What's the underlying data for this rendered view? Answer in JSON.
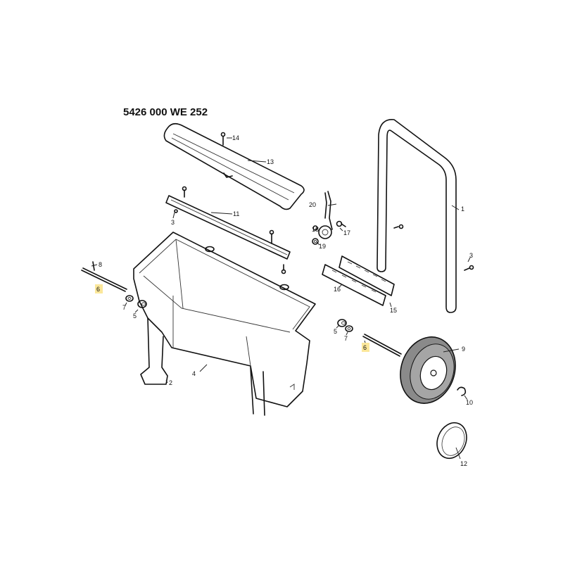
{
  "title": "5426 000  WE 252",
  "colors": {
    "highlight": "#fbe79a",
    "ink": "#111111",
    "tire": "#8a8a8a"
  },
  "labels": {
    "p1": "1",
    "p2": "2",
    "p3a": "3",
    "p3b": "3",
    "p4": "4",
    "p5a": "5",
    "p5b": "5",
    "p6a": "6",
    "p6b": "6",
    "p7a": "7",
    "p7b": "7",
    "p8": "8",
    "p9": "9",
    "p10": "10",
    "p11": "11",
    "p12": "12",
    "p13": "13",
    "p14": "14",
    "p15": "15",
    "p16": "16",
    "p17": "17",
    "p18": "18",
    "p19": "19",
    "p20": "20"
  },
  "highlighted_labels": [
    "p6a",
    "p6b"
  ]
}
